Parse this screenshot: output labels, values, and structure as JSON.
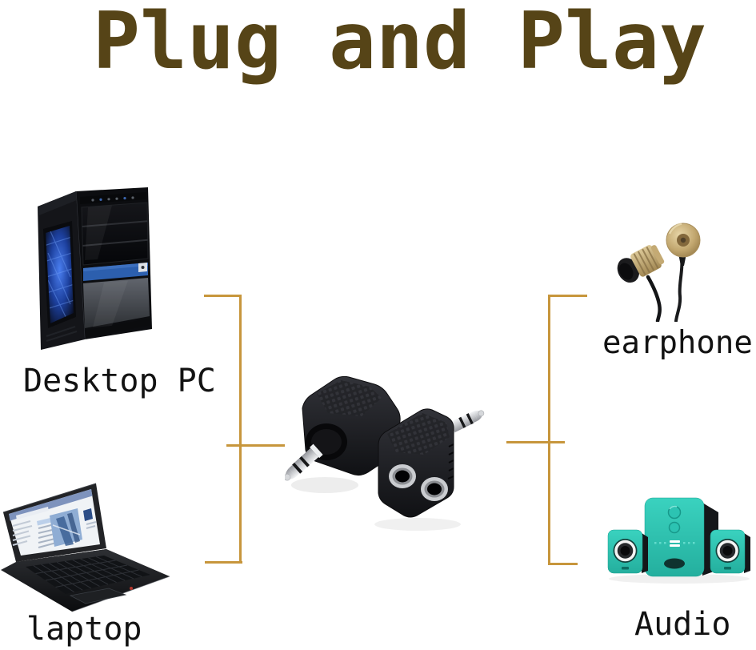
{
  "title": {
    "text": "Plug and Play",
    "color": "#564417"
  },
  "labels": {
    "desktop_pc": "Desktop PC",
    "laptop": "laptop",
    "earphone": "earphone",
    "audio": "Audio"
  },
  "label_color": "#121212",
  "connectors": {
    "color": "#c7963c"
  },
  "images": {
    "desktop_pc": "desktop-pc-photo",
    "laptop": "laptop-photo",
    "splitter": "headphone-splitter-adapters-photo",
    "earphone": "gold-earbuds-photo",
    "audio": "teal-2.1-speakers-photo"
  },
  "palette": {
    "background": "#ffffff",
    "speaker_teal": "#2fc7b5",
    "earbud_gold": "#c7ad79",
    "pc_accent_blue": "#2c5fae",
    "pc_window_glow": "#3e73df",
    "metal_silver": "#d9dadd",
    "plastic_black": "#1a1b1d"
  }
}
